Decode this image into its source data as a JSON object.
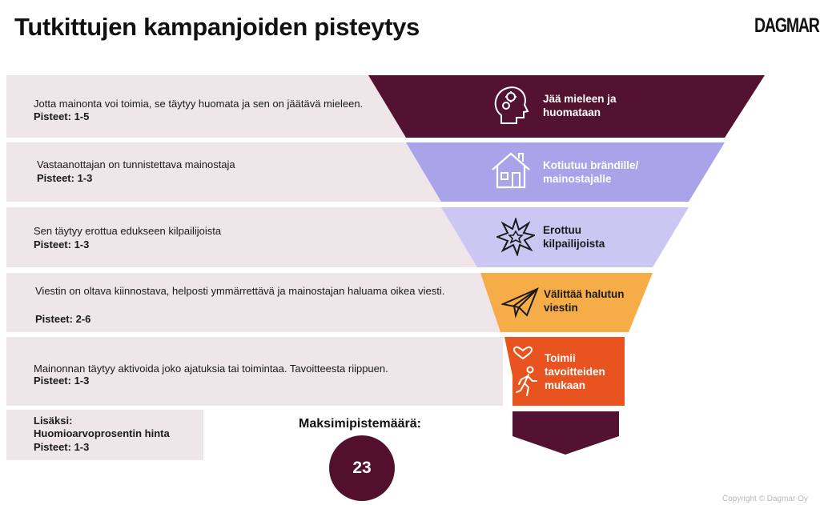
{
  "title": "Tutkittujen kampanjoiden pisteytys",
  "brand": "DAGMAR",
  "rows": [
    {
      "description": "Jotta mainonta voi toimia, se täytyy huomata ja sen on jäätävä mieleen.",
      "score": "Pisteet: 1-5"
    },
    {
      "description": "Vastaanottajan on tunnistettava mainostaja",
      "score": "Pisteet: 1-3"
    },
    {
      "description": "Sen täytyy erottua edukseen kilpailijoista",
      "score": "Pisteet: 1-3"
    },
    {
      "description": "Viestin on oltava kiinnostava, helposti ymmärrettävä ja mainostajan haluama oikea viesti.",
      "score": "Pisteet: 2-6"
    },
    {
      "description": "Mainonnan täytyy aktivoida joko ajatuksia tai toimintaa. Tavoitteesta riippuen.",
      "score": "Pisteet: 1-3"
    }
  ],
  "stages": [
    {
      "label": "Jää mieleen ja\nhuomataan",
      "icon": "head-gears-icon",
      "color": "#541233"
    },
    {
      "label": "Kotiutuu brändille/\nmainostajalle",
      "icon": "house-icon",
      "color": "#a9a4ea"
    },
    {
      "label": "Erottuu\nkilpailijoista",
      "icon": "burst-icon",
      "color": "#ccc7f2"
    },
    {
      "label": "Välittää halutun\nviestin",
      "icon": "paper-plane-icon",
      "color": "#f6ad48"
    },
    {
      "label": "Toimii\ntavoitteiden\nmukaan",
      "icon": "heart-walker-icon",
      "color": "#e9531f"
    }
  ],
  "bottom_arrow_color": "#541233",
  "extra": {
    "line1": "Lisäksi:",
    "line2": "Huomioarvoprosentin hinta",
    "line3": "Pisteet: 1-3"
  },
  "max_score": {
    "label": "Maksimipistemäärä:",
    "value": "23"
  },
  "copyright": "Copyright © Dagmar Oy"
}
